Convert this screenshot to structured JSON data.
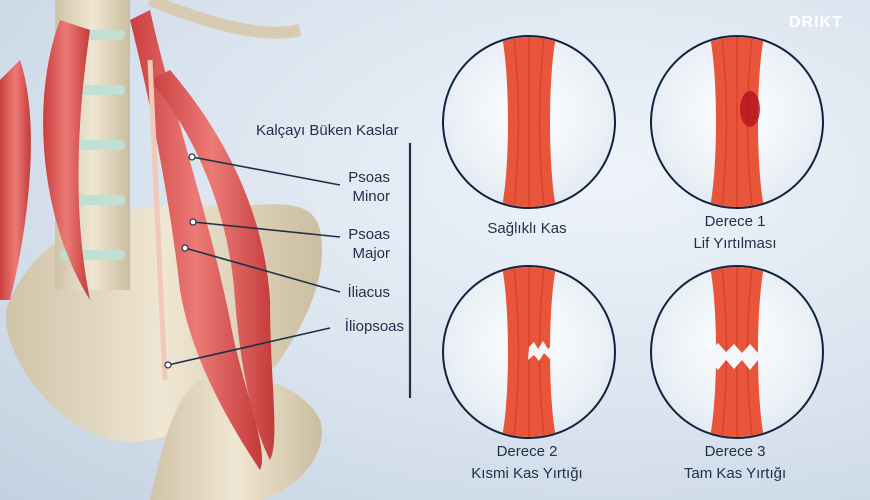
{
  "brand": {
    "logo_text": "DRIKT"
  },
  "diagram": {
    "group_title": "Kalçayı Büken Kaslar",
    "muscles": [
      {
        "line1": "Psoas",
        "line2": "Minor"
      },
      {
        "line1": "Psoas",
        "line2": "Major"
      },
      {
        "line1": "İliacus",
        "line2": ""
      },
      {
        "line1": "İliopsoas",
        "line2": ""
      }
    ]
  },
  "grades": [
    {
      "line1": "Sağlıklı Kas",
      "line2": "",
      "state": "healthy"
    },
    {
      "line1": "Derece 1",
      "line2": "Lif Yırtılması",
      "state": "grade1"
    },
    {
      "line1": "Derece 2",
      "line2": "Kısmi Kas Yırtığı",
      "state": "grade2"
    },
    {
      "line1": "Derece 3",
      "line2": "Tam Kas Yırtığı",
      "state": "grade3"
    }
  ],
  "colors": {
    "muscle": "#e8553a",
    "muscle_dark": "#c9381f",
    "bone": "#e6dcc6",
    "line": "#1f2f4a",
    "accent": "#39d0b5"
  }
}
